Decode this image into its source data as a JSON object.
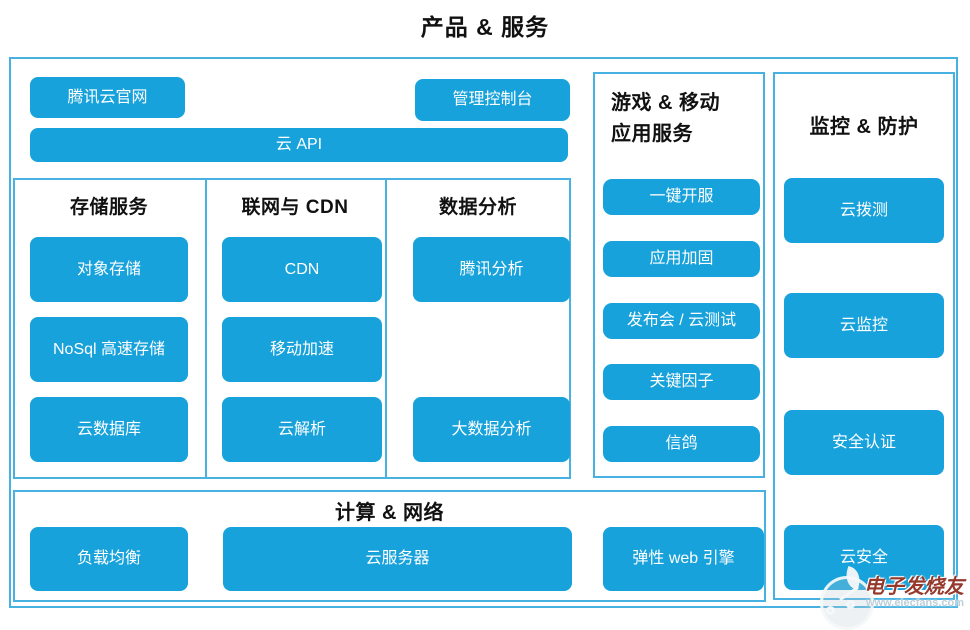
{
  "title": "产品 & 服务",
  "top_bar": {
    "website": "腾讯云官网",
    "console": "管理控制台",
    "api": "云 API"
  },
  "columns": {
    "storage": {
      "header": "存储服务",
      "items": [
        "对象存储",
        "NoSql 高速存储",
        "云数据库"
      ]
    },
    "network_cdn": {
      "header": "联网与 CDN",
      "items": [
        "CDN",
        "移动加速",
        "云解析"
      ]
    },
    "data_analysis": {
      "header": "数据分析",
      "items": [
        "腾讯分析",
        "大数据分析"
      ]
    }
  },
  "game_mobile": {
    "header_line1": "游戏 & 移动",
    "header_line2": "应用服务",
    "items": [
      "一键开服",
      "应用加固",
      "发布会 / 云测试",
      "关键因子",
      "信鸽"
    ]
  },
  "monitoring": {
    "header": "监控 & 防护",
    "items": [
      "云拨测",
      "云监控",
      "安全认证",
      "云安全"
    ]
  },
  "compute_network": {
    "header": "计算 & 网络",
    "items": [
      "负载均衡",
      "云服务器",
      "弹性 web 引擎"
    ]
  },
  "watermark": {
    "name": "电子发烧友",
    "url": "www.elecfans.com"
  },
  "colors": {
    "button_blue": "#17a2db",
    "border_blue": "#47b2e2",
    "text_black": "#111111",
    "watermark_red": "#96382b"
  }
}
